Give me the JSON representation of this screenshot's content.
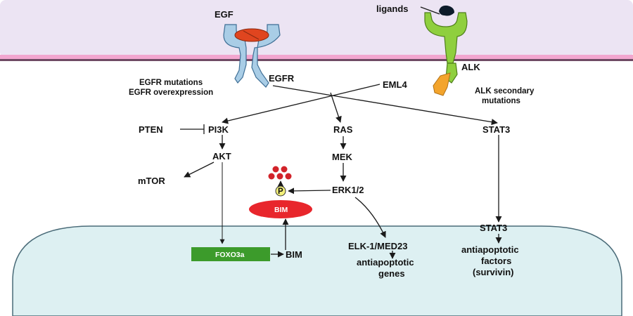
{
  "colors": {
    "extracellular": "#ECE4F3",
    "membrane": "#F2A6CF",
    "membrane_edge": "#6E4A63",
    "nucleus_fill": "#DDF0F2",
    "nucleus_edge": "#4A6B78",
    "egfr_receptor": "#A9CDE6",
    "egf_ligand": "#E0451F",
    "alk_receptor": "#8FCF3E",
    "alk_mutation": "#F3A42C",
    "ligand_ALK": "#0D1B2A",
    "bim_red": "#E8262C",
    "foxo3a_green": "#3C9B2B",
    "phospho_yellow": "#F2F07A",
    "dots_red": "#D2232A"
  },
  "labels": {
    "egf": "EGF",
    "ligands": "ligands",
    "egfr_mutations": "EGFR mutations",
    "egfr_overexpression": "EGFR  overexpression",
    "egfr": "EGFR",
    "eml4": "EML4",
    "alk": "ALK",
    "alk_secondary_1": "ALK secondary",
    "alk_secondary_2": "mutations",
    "pten": "PTEN",
    "pi3k": "PI3K",
    "akt": "AKT",
    "mtor": "mTOR",
    "ras": "RAS",
    "mek": "MEK",
    "erk": "ERK1/2",
    "stat3": "STAT3",
    "stat3_nuclear": "STAT3",
    "p": "P",
    "bim": "BIM",
    "foxo3a": "FOXO3a",
    "bim_nuclear": "BIM",
    "elk": "ELK-1/MED23",
    "antiapoptotic_genes_1": "antiapoptotic",
    "antiapoptotic_genes_2": "genes",
    "antiapoptotic_factors_1": "antiapoptotic",
    "antiapoptotic_factors_2": "factors",
    "antiapoptotic_factors_3": "(survivin)"
  }
}
